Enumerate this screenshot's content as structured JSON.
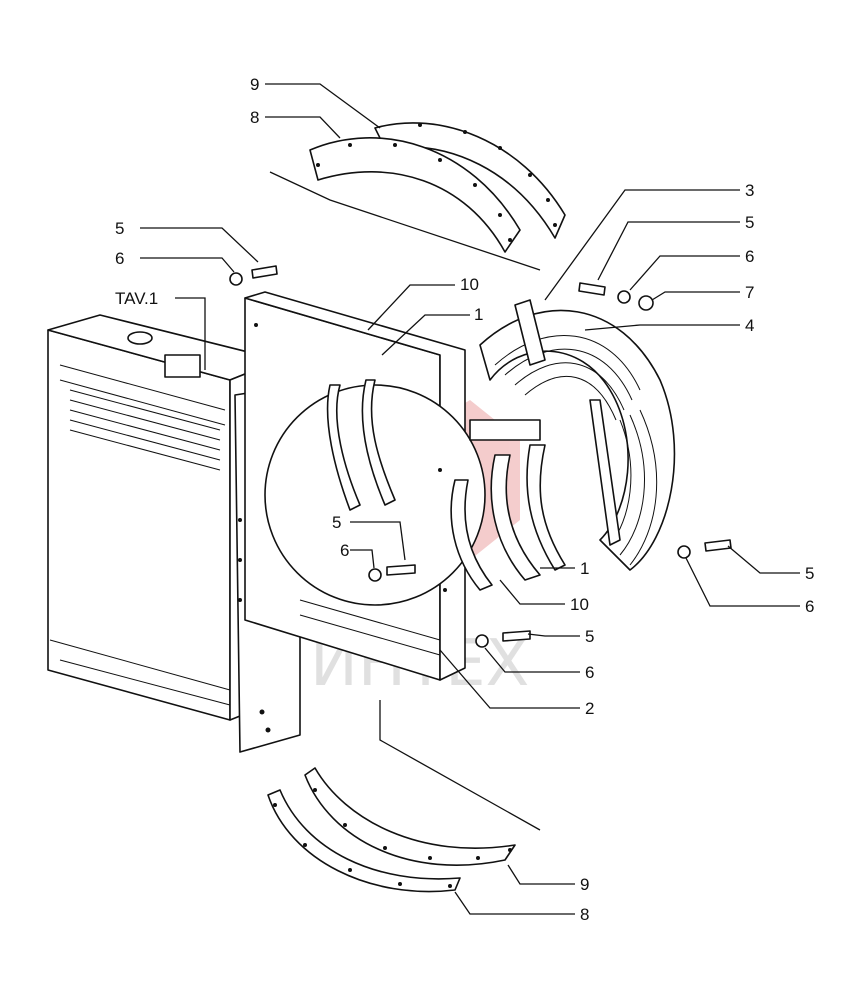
{
  "labels": {
    "top_9": "9",
    "top_8": "8",
    "left_5": "5",
    "left_6": "6",
    "tav": "TAV.1",
    "mid_10": "10",
    "mid_1": "1",
    "right_3": "3",
    "right_5": "5",
    "right_6": "6",
    "right_7": "7",
    "right_4": "4",
    "center_5": "5",
    "center_6": "6",
    "fan_5": "5",
    "fan_6": "6",
    "lower_1": "1",
    "lower_10": "10",
    "bot_5": "5",
    "bot_6": "6",
    "bot_2": "2",
    "foot_9": "9",
    "foot_8": "8"
  },
  "watermark": {
    "text": "ИНТЕХ",
    "logo_color": "#e8a0a0",
    "text_color": "#c8c8c8"
  }
}
